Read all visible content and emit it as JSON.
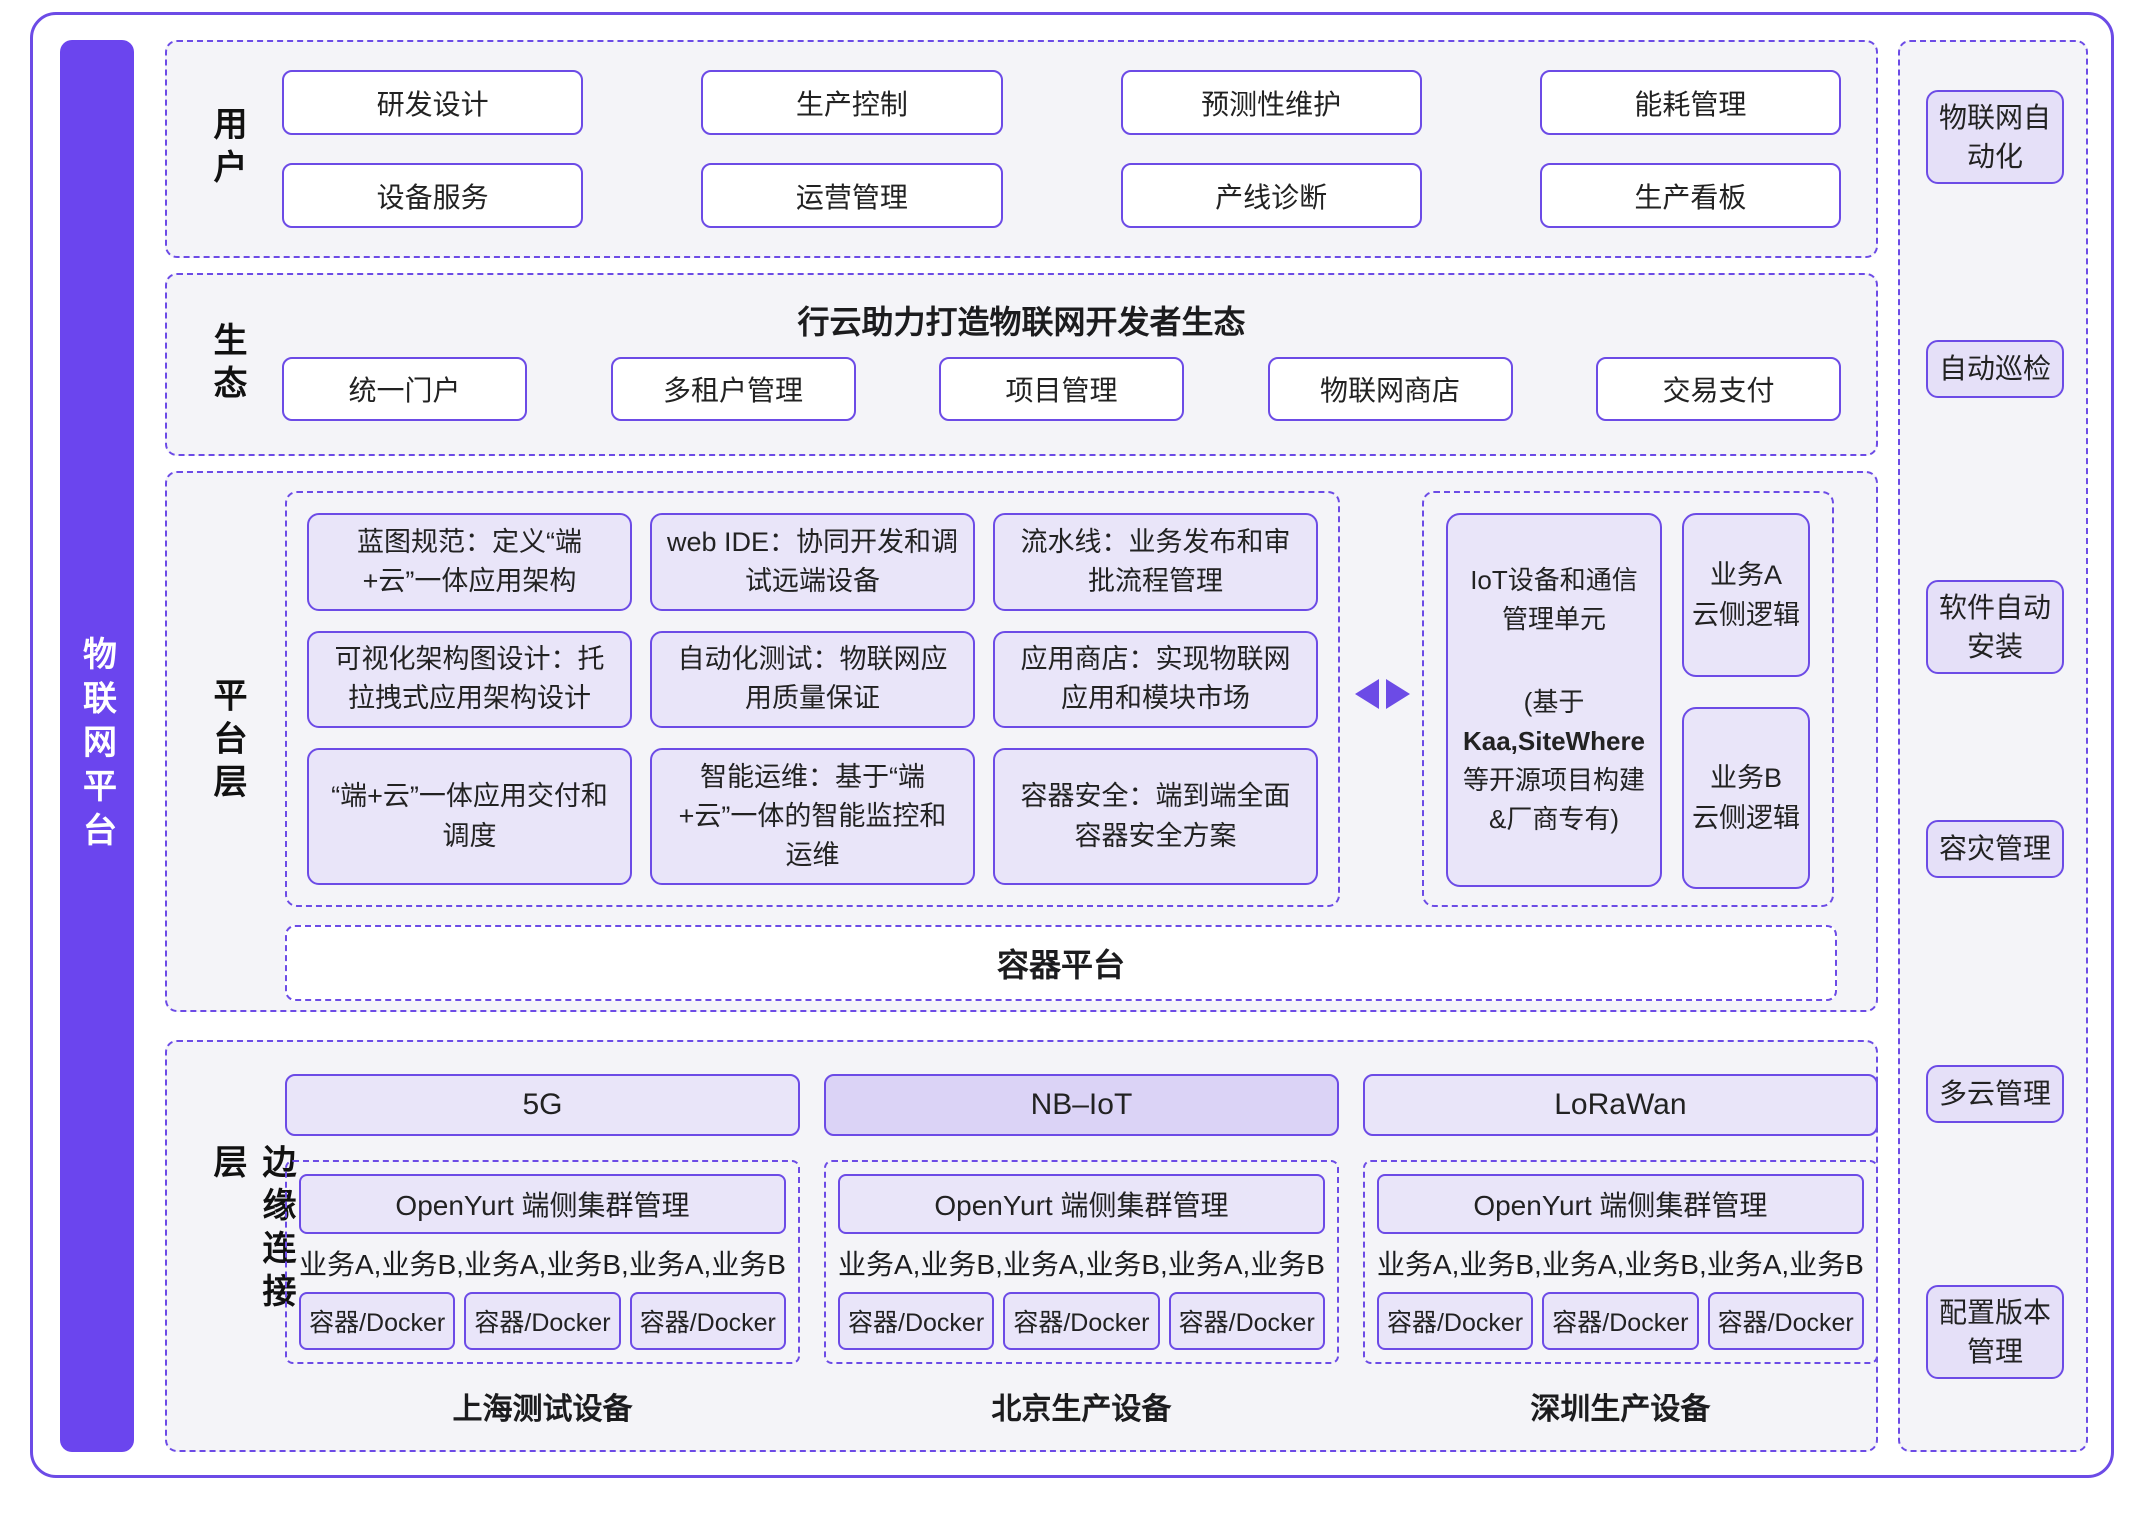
{
  "sidebar": {
    "title": "物联网平台"
  },
  "users": {
    "label": "用户",
    "boxes": [
      "研发设计",
      "生产控制",
      "预测性维护",
      "能耗管理",
      "设备服务",
      "运营管理",
      "产线诊断",
      "生产看板"
    ]
  },
  "ecosystem": {
    "label": "生态",
    "title": "行云助力打造物联网开发者生态",
    "boxes": [
      "统一门户",
      "多租户管理",
      "项目管理",
      "物联网商店",
      "交易支付"
    ]
  },
  "platform": {
    "label": "平台层",
    "capabilities": [
      "蓝图规范：定义“端+云”一体应用架构",
      "web IDE：协同开发和调试远端设备",
      "流水线：业务发布和审批流程管理",
      "可视化架构图设计：托拉拽式应用架构设计",
      "自动化测试：物联网应用质量保证",
      "应用商店：实现物联网应用和模块市场",
      "“端+云”一体应用交付和调度",
      "智能运维：基于“端+云”一体的智能监控和运维",
      "容器安全：端到端全面容器安全方案"
    ],
    "iot_unit": {
      "title": "IoT设备和通信管理单元",
      "sub_line1": "(基于",
      "sub_bold": "Kaa,SiteWhere",
      "sub_line2": "等开源项目构建",
      "sub_line3": "&厂商专有)",
      "business_a_line1": "业务A",
      "business_a_line2": "云侧逻辑",
      "business_b_line1": "业务B",
      "business_b_line2": "云侧逻辑"
    },
    "container_platform": "容器平台"
  },
  "edge": {
    "label": "边缘连接层",
    "clusters": [
      {
        "network": "5G",
        "manager": "OpenYurt 端侧集群管理",
        "services": "业务A,业务B,业务A,业务B,业务A,业务B",
        "containers": [
          "容器/Docker",
          "容器/Docker",
          "容器/Docker"
        ],
        "device": "上海测试设备"
      },
      {
        "network": "NB–IoT",
        "manager": "OpenYurt 端侧集群管理",
        "services": "业务A,业务B,业务A,业务B,业务A,业务B",
        "containers": [
          "容器/Docker",
          "容器/Docker",
          "容器/Docker"
        ],
        "device": "北京生产设备"
      },
      {
        "network": "LoRaWan",
        "manager": "OpenYurt 端侧集群管理",
        "services": "业务A,业务B,业务A,业务B,业务A,业务B",
        "containers": [
          "容器/Docker",
          "容器/Docker",
          "容器/Docker"
        ],
        "device": "深圳生产设备"
      }
    ]
  },
  "right_rail": {
    "items": [
      {
        "label": "物联网自动化"
      },
      {
        "label": "自动巡检"
      },
      {
        "label": "软件自动安装"
      },
      {
        "label": "容灾管理"
      },
      {
        "label": "多云管理"
      },
      {
        "label": "配置版本管理"
      }
    ]
  },
  "colors": {
    "accent": "#6C4BE6",
    "sidebar_fill": "#6B45EE",
    "box_fill": "#E9E5F9",
    "highlight_fill": "#DBD3F6",
    "section_bg": "#F4F4F8"
  }
}
